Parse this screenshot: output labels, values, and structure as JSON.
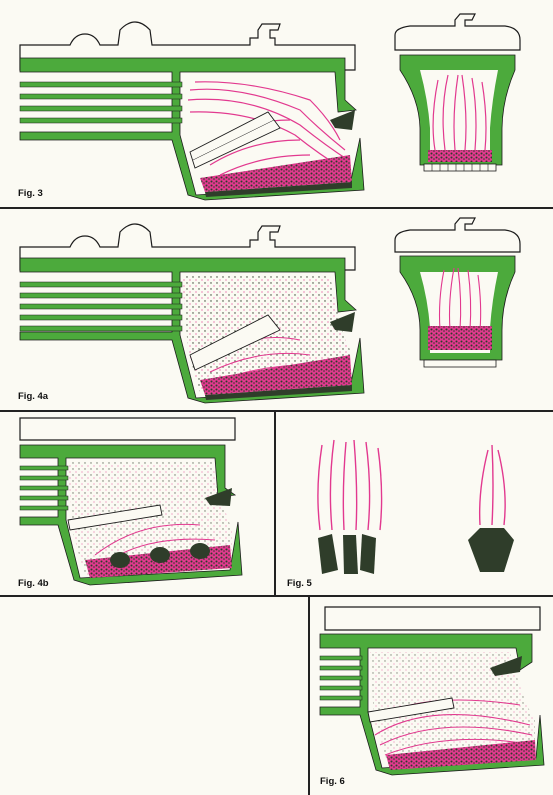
{
  "figures": [
    {
      "id": "fig3",
      "label": "Fig. 3"
    },
    {
      "id": "fig4a",
      "label": "Fig. 4a"
    },
    {
      "id": "fig4b",
      "label": "Fig. 4b"
    },
    {
      "id": "fig5",
      "label": "Fig. 5"
    },
    {
      "id": "fig6",
      "label": "Fig. 6"
    }
  ],
  "colors": {
    "background": "#fbfaf3",
    "boiler_green": "#4caa3c",
    "flame_pink": "#e2398f",
    "fire_bed": "#2f3d2a",
    "outline": "#1c1c1c"
  }
}
